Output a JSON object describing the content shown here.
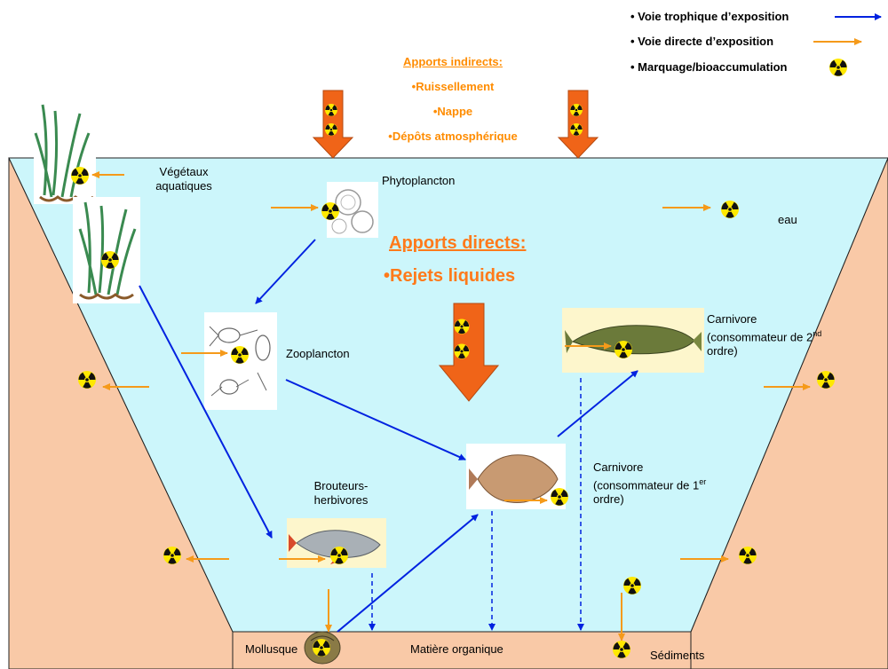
{
  "legend": {
    "trophic": "• Voie trophique d’exposition",
    "direct": "• Voie directe d’exposition",
    "marking": "• Marquage/bioaccumulation"
  },
  "indirect": {
    "title": "Apports indirects:",
    "items": [
      "•Ruissellement",
      "•Nappe",
      "•Dépôts atmosphérique"
    ]
  },
  "direct_inputs": {
    "title": "Apports directs:",
    "item": "•Rejets liquides"
  },
  "labels": {
    "vegetaux": "Végétaux aquatiques",
    "phyto": "Phytoplancton",
    "eau": "eau",
    "zoo": "Zooplancton",
    "carn2_a": "Carnivore (consommateur de 2",
    "carn2_sup": "nd",
    "carn2_b": " ordre)",
    "carn1_a": "Carnivore (consommateur de 1",
    "carn1_sup": "er",
    "carn1_b": " ordre)",
    "brouteurs": "Brouteurs-herbivores",
    "mollusque": "Mollusque",
    "matiere": "Matière organique",
    "sediments": "Sédiments"
  },
  "colors": {
    "water": "#ccf6fb",
    "sediment": "#f9c9a7",
    "trophic_arrow": "#0022e0",
    "direct_arrow": "#f59a1a",
    "input_arrow": "#f06418"
  },
  "icons": [
    "radiation-icon",
    "aquatic-plant-icon",
    "phytoplankton-icon",
    "zooplankton-icon",
    "pike-fish-icon",
    "bream-fish-icon",
    "roach-fish-icon",
    "mollusc-shell-icon"
  ]
}
